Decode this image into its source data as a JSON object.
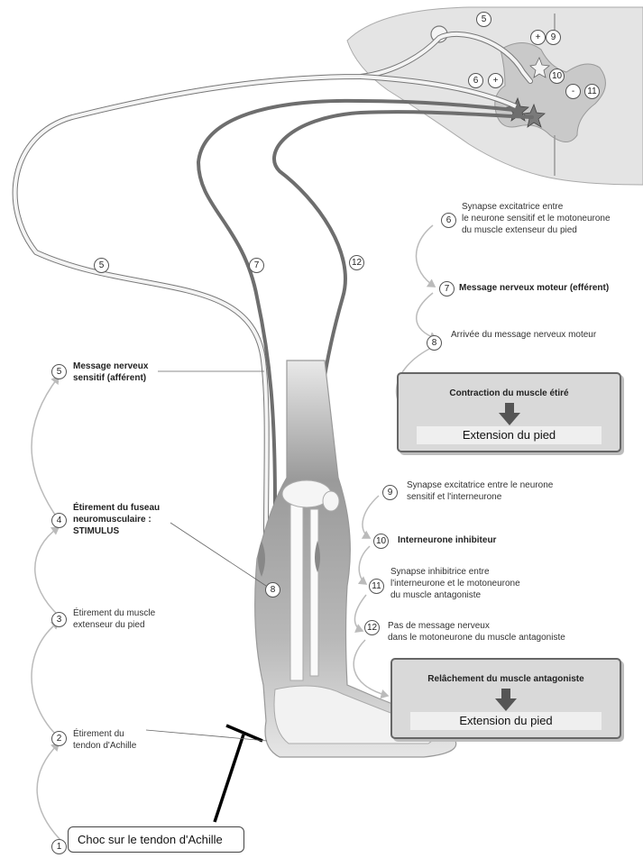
{
  "markers": {
    "n1": "1",
    "n2": "2",
    "n3": "3",
    "n4": "4",
    "n5": "5",
    "n6": "6",
    "n7": "7",
    "n8": "8",
    "n9": "9",
    "n10": "10",
    "n11": "11",
    "n12": "12"
  },
  "signs": {
    "plus": "+",
    "minus": "-"
  },
  "steps": {
    "s1": "Choc sur le tendon d'Achille",
    "s2_l1": "Étirement du",
    "s2_l2": "tendon d'Achille",
    "s3_l1": "Étirement du muscle",
    "s3_l2": "extenseur du pied",
    "s4_l1": "Étirement du fuseau",
    "s4_l2": "neuromusculaire :",
    "s4_l3": "STIMULUS",
    "s5_l1": "Message nerveux",
    "s5_l2": "sensitif (afférent)",
    "s6_l1": "Synapse excitatrice entre",
    "s6_l2": "le neurone sensitif et le motoneurone",
    "s6_l3": "du muscle extenseur du pied",
    "s7": "Message nerveux moteur (efférent)",
    "s8": "Arrivée du message nerveux moteur",
    "s9_l1": "Synapse excitatrice entre le neurone",
    "s9_l2": "sensitif et l'interneurone",
    "s10": "Interneurone inhibiteur",
    "s11_l1": "Synapse inhibitrice entre",
    "s11_l2": "l'interneurone et le motoneurone",
    "s11_l3": "du muscle antagoniste",
    "s12_l1": "Pas de message nerveux",
    "s12_l2": "dans le motoneurone du muscle antagoniste"
  },
  "boxes": {
    "contraction_title": "Contraction du muscle étiré",
    "contraction_result": "Extension du pied",
    "relaxation_title": "Relâchement du muscle antagoniste",
    "relaxation_result": "Extension du pied"
  },
  "colors": {
    "sensory_fiber": "#f4f4f4",
    "motor_fiber": "#6e6e6e",
    "spinal_cord": "#e4e4e4",
    "grey_matter": "#c9c9c9",
    "box_fill": "#d9d9d9"
  }
}
